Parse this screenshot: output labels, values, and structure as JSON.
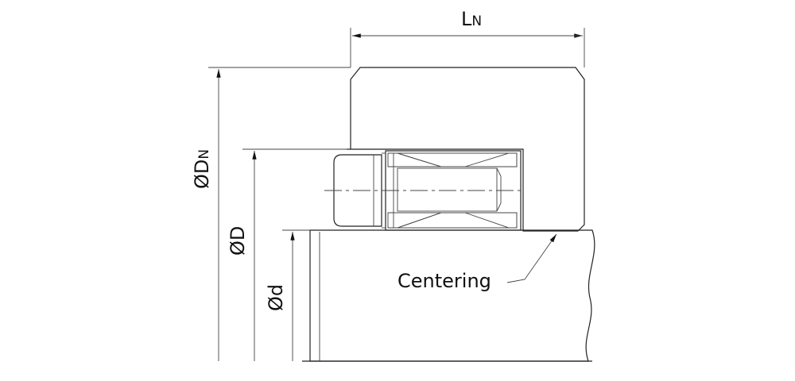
{
  "labels": {
    "length_main": "L",
    "length_sub": "N",
    "outer_diameter_main": "ØD",
    "outer_diameter_sub": "N",
    "diameter": "ØD",
    "shaft_diameter": "Ød",
    "centering": "Centering"
  },
  "colors": {
    "line": "#222222",
    "background": "#ffffff"
  }
}
